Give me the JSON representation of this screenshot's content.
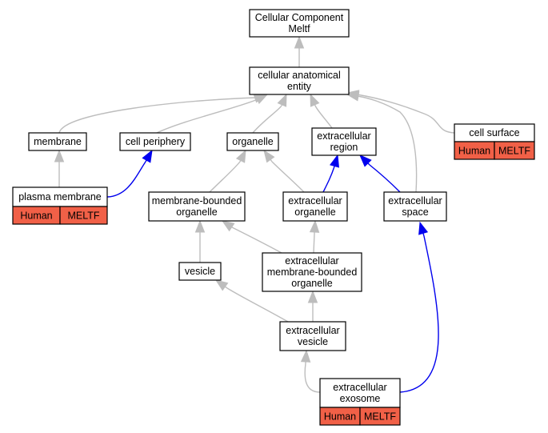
{
  "colors": {
    "edge_default": "#bdbdbd",
    "edge_highlight": "#0000ee",
    "annotation_fill": "#f16047",
    "node_border": "#000000"
  },
  "nodes": {
    "root": {
      "lines": [
        "Cellular Component",
        "Meltf"
      ]
    },
    "cellular_anatomical_entity": {
      "lines": [
        "cellular anatomical",
        "entity"
      ]
    },
    "membrane": {
      "lines": [
        "membrane"
      ]
    },
    "cell_periphery": {
      "lines": [
        "cell periphery"
      ]
    },
    "organelle": {
      "lines": [
        "organelle"
      ]
    },
    "extracellular_region": {
      "lines": [
        "extracellular",
        "region"
      ]
    },
    "cell_surface": {
      "lines": [
        "cell surface"
      ],
      "annotation": [
        "Human",
        "MELTF"
      ]
    },
    "plasma_membrane": {
      "lines": [
        "plasma membrane"
      ],
      "annotation": [
        "Human",
        "MELTF"
      ]
    },
    "membrane_bounded_organelle": {
      "lines": [
        "membrane-bounded",
        "organelle"
      ]
    },
    "extracellular_organelle": {
      "lines": [
        "extracellular",
        "organelle"
      ]
    },
    "extracellular_space": {
      "lines": [
        "extracellular",
        "space"
      ]
    },
    "vesicle": {
      "lines": [
        "vesicle"
      ]
    },
    "extracellular_membrane_bounded_organelle": {
      "lines": [
        "extracellular",
        "membrane-bounded",
        "organelle"
      ]
    },
    "extracellular_vesicle": {
      "lines": [
        "extracellular",
        "vesicle"
      ]
    },
    "extracellular_exosome": {
      "lines": [
        "extracellular",
        "exosome"
      ],
      "annotation": [
        "Human",
        "MELTF"
      ]
    }
  },
  "edges": [
    {
      "from": "cellular_anatomical_entity",
      "to": "root",
      "style": "default"
    },
    {
      "from": "membrane",
      "to": "cellular_anatomical_entity",
      "style": "default"
    },
    {
      "from": "cell_periphery",
      "to": "cellular_anatomical_entity",
      "style": "default"
    },
    {
      "from": "organelle",
      "to": "cellular_anatomical_entity",
      "style": "default"
    },
    {
      "from": "extracellular_region",
      "to": "cellular_anatomical_entity",
      "style": "default"
    },
    {
      "from": "cell_surface",
      "to": "cellular_anatomical_entity",
      "style": "default"
    },
    {
      "from": "extracellular_space",
      "to": "cellular_anatomical_entity",
      "style": "default"
    },
    {
      "from": "plasma_membrane",
      "to": "membrane",
      "style": "default"
    },
    {
      "from": "plasma_membrane",
      "to": "cell_periphery",
      "style": "highlight"
    },
    {
      "from": "membrane_bounded_organelle",
      "to": "organelle",
      "style": "default"
    },
    {
      "from": "extracellular_organelle",
      "to": "organelle",
      "style": "default"
    },
    {
      "from": "extracellular_organelle",
      "to": "extracellular_region",
      "style": "highlight"
    },
    {
      "from": "extracellular_space",
      "to": "extracellular_region",
      "style": "highlight"
    },
    {
      "from": "vesicle",
      "to": "membrane_bounded_organelle",
      "style": "default"
    },
    {
      "from": "extracellular_membrane_bounded_organelle",
      "to": "membrane_bounded_organelle",
      "style": "default"
    },
    {
      "from": "extracellular_membrane_bounded_organelle",
      "to": "extracellular_organelle",
      "style": "default"
    },
    {
      "from": "extracellular_vesicle",
      "to": "vesicle",
      "style": "default"
    },
    {
      "from": "extracellular_vesicle",
      "to": "extracellular_membrane_bounded_organelle",
      "style": "default"
    },
    {
      "from": "extracellular_exosome",
      "to": "extracellular_vesicle",
      "style": "default"
    },
    {
      "from": "extracellular_exosome",
      "to": "extracellular_space",
      "style": "highlight"
    }
  ]
}
